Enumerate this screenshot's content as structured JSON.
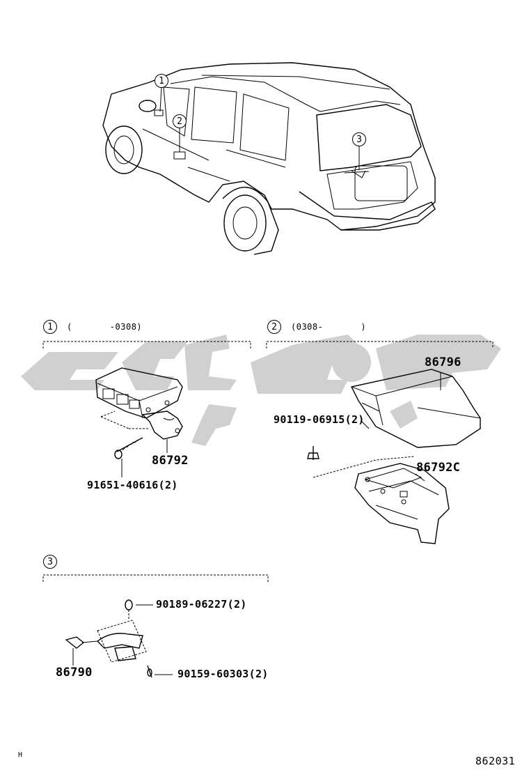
{
  "callouts": {
    "one": "1",
    "two": "2",
    "three": "3"
  },
  "sections": [
    {
      "num": "1",
      "title": "(       -0308)"
    },
    {
      "num": "2",
      "title": "(0308-       )"
    },
    {
      "num": "3",
      "title": ""
    }
  ],
  "parts": {
    "p86792": "86792",
    "p91651": "91651-40616(2)",
    "p86796": "86796",
    "p90119": "90119-06915(2)",
    "p86792c": "86792C",
    "p90189": "90189-06227(2)",
    "p86790": "86790",
    "p90159": "90159-60303(2)"
  },
  "footer": {
    "corner_mark": "H",
    "ref_number": "862031"
  },
  "watermark": {
    "color": "#c8c8c8"
  }
}
